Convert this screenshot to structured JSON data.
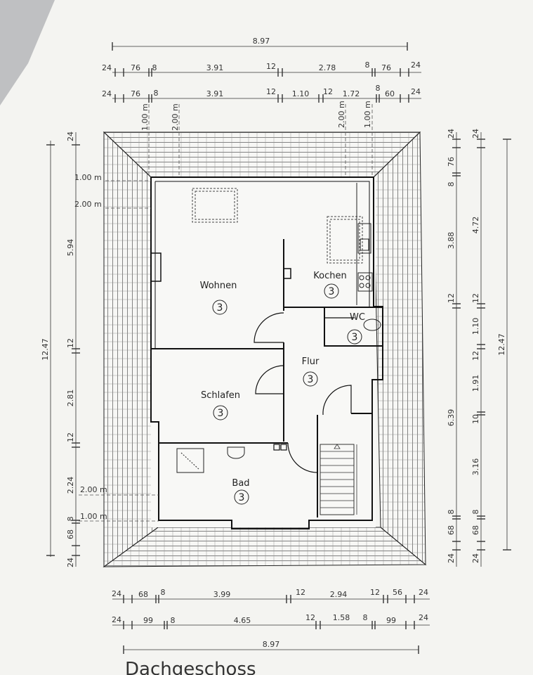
{
  "title": "Dachgeschoss",
  "rooms": [
    {
      "label": "Wohnen",
      "number": "3"
    },
    {
      "label": "Kochen",
      "number": "3"
    },
    {
      "label": "WC",
      "number": "3"
    },
    {
      "label": "Flur",
      "number": "3"
    },
    {
      "label": "Schlafen",
      "number": "3"
    },
    {
      "label": "Bad",
      "number": "3"
    }
  ],
  "height_lines": [
    "1.00 m",
    "2.00 m",
    "1.00 m",
    "2.00 m",
    "2.00 m",
    "1.00 m",
    "1.00 m",
    "2.00 m"
  ],
  "dims": {
    "top_total": "8.97",
    "top_row1": [
      "24",
      "76",
      "8",
      "3.91",
      "12",
      "2.78",
      "8",
      "76",
      "24"
    ],
    "top_row2": [
      "24",
      "76",
      "8",
      "3.91",
      "12",
      "1.10",
      "12",
      "1.72",
      "8",
      "60",
      "24"
    ],
    "bottom_row1": [
      "24",
      "68",
      "8",
      "3.99",
      "12",
      "2.94",
      "12",
      "56",
      "24"
    ],
    "bottom_row2": [
      "24",
      "99",
      "8",
      "4.65",
      "12",
      "1.58",
      "8",
      "99",
      "24"
    ],
    "bottom_total": "8.97",
    "left_inner": [
      "24",
      "5.94",
      "12",
      "2.81",
      "12",
      "2.24",
      "8",
      "68",
      "24"
    ],
    "left_total": "12.47",
    "right_a": [
      "24",
      "76",
      "8",
      "3.88",
      "12",
      "6.39",
      "8",
      "68",
      "24"
    ],
    "right_b": [
      "24",
      "4.72",
      "12",
      "1.10",
      "12",
      "1.91",
      "10",
      "3.16",
      "8",
      "68",
      "24"
    ],
    "right_total": "12.47"
  }
}
